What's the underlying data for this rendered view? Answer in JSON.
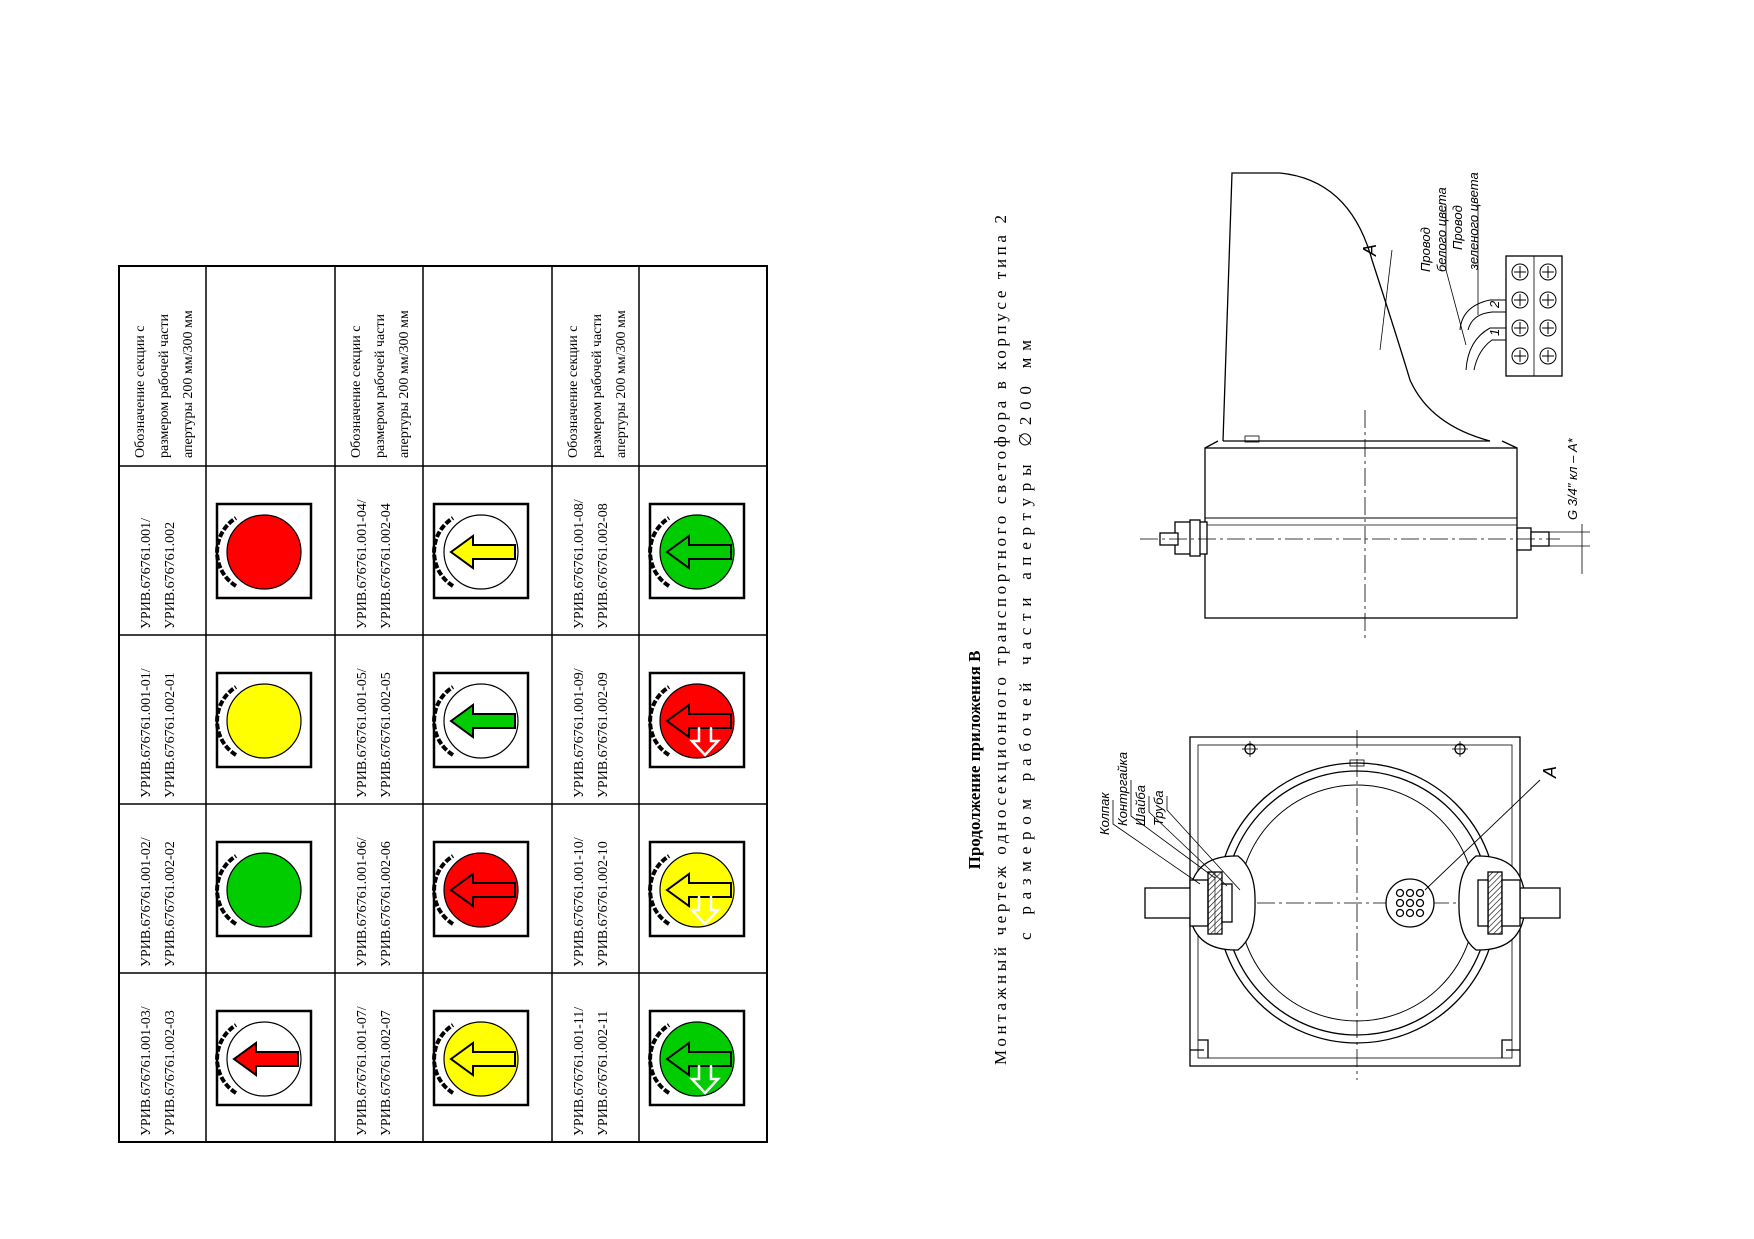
{
  "table": {
    "header_label": [
      "Обозначение секции с",
      "размером рабочей части",
      "апертуры 200 мм/300 мм"
    ],
    "groups": [
      {
        "codes": [
          [
            "УРИВ.676761.001/",
            "УРИВ.676761.002"
          ],
          [
            "УРИВ.676761.001-01/",
            "УРИВ.676761.002-01"
          ],
          [
            "УРИВ.676761.001-02/",
            "УРИВ.676761.002-02"
          ],
          [
            "УРИВ.676761.001-03/",
            "УРИВ.676761.002-03"
          ]
        ],
        "signals": [
          {
            "kind": "round",
            "lamp": "#ff0000",
            "arrow": null,
            "icon": "red-round-signal-icon"
          },
          {
            "kind": "round",
            "lamp": "#ffff00",
            "arrow": null,
            "icon": "yellow-round-signal-icon"
          },
          {
            "kind": "round",
            "lamp": "#00cc00",
            "arrow": null,
            "icon": "green-round-signal-icon"
          },
          {
            "kind": "arrow-white",
            "lamp": "#ffffff",
            "arrow": "#ff0000",
            "icon": "red-arrow-signal-icon"
          }
        ]
      },
      {
        "codes": [
          [
            "УРИВ.676761.001-04/",
            "УРИВ.676761.002-04"
          ],
          [
            "УРИВ.676761.001-05/",
            "УРИВ.676761.002-05"
          ],
          [
            "УРИВ.676761.001-06/",
            "УРИВ.676761.002-06"
          ],
          [
            "УРИВ.676761.001-07/",
            "УРИВ.676761.002-07"
          ]
        ],
        "signals": [
          {
            "kind": "arrow-white",
            "lamp": "#ffffff",
            "arrow": "#ffff00",
            "icon": "yellow-arrow-signal-icon"
          },
          {
            "kind": "arrow-white",
            "lamp": "#ffffff",
            "arrow": "#00cc00",
            "icon": "green-arrow-signal-icon"
          },
          {
            "kind": "arrow-filled",
            "lamp": "#ff0000",
            "arrow": "#ff0000",
            "icon": "red-filled-arrow-signal-icon"
          },
          {
            "kind": "arrow-filled",
            "lamp": "#ffff00",
            "arrow": "#ffff00",
            "icon": "yellow-filled-arrow-signal-icon"
          }
        ]
      },
      {
        "codes": [
          [
            "УРИВ.676761.001-08/",
            "УРИВ.676761.002-08"
          ],
          [
            "УРИВ.676761.001-09/",
            "УРИВ.676761.002-09"
          ],
          [
            "УРИВ.676761.001-10/",
            "УРИВ.676761.002-10"
          ],
          [
            "УРИВ.676761.001-11/",
            "УРИВ.676761.002-11"
          ]
        ],
        "signals": [
          {
            "kind": "arrow-filled",
            "lamp": "#00cc00",
            "arrow": "#00cc00",
            "icon": "green-filled-arrow-signal-icon"
          },
          {
            "kind": "arrow-right",
            "lamp": "#ff0000",
            "arrow": "#ff0000",
            "icon": "red-straight-right-signal-icon"
          },
          {
            "kind": "arrow-right",
            "lamp": "#ffff00",
            "arrow": "#ffff00",
            "icon": "yellow-straight-right-signal-icon"
          },
          {
            "kind": "arrow-right",
            "lamp": "#00cc00",
            "arrow": "#00cc00",
            "icon": "green-straight-right-signal-icon"
          }
        ]
      }
    ]
  },
  "title": {
    "line1": "Продолжение приложения В",
    "line2": "Монтажный чертеж односекционного транспортного светофора в корпусе типа 2",
    "line3": "с размером рабочей части апертуры ∅200 мм"
  },
  "drawing": {
    "front_labels": [
      "Колпак",
      "Контргайка",
      "Шайба",
      "Труба"
    ],
    "front_view_ref": "А",
    "side_view_ref": "А",
    "wire_white": [
      "Провод",
      "белого цвета"
    ],
    "wire_green": [
      "Провод",
      "зеленого цвета"
    ],
    "terminal_numbers": [
      "1",
      "2"
    ],
    "thread_label": "G 3/4\" кл – А*"
  }
}
